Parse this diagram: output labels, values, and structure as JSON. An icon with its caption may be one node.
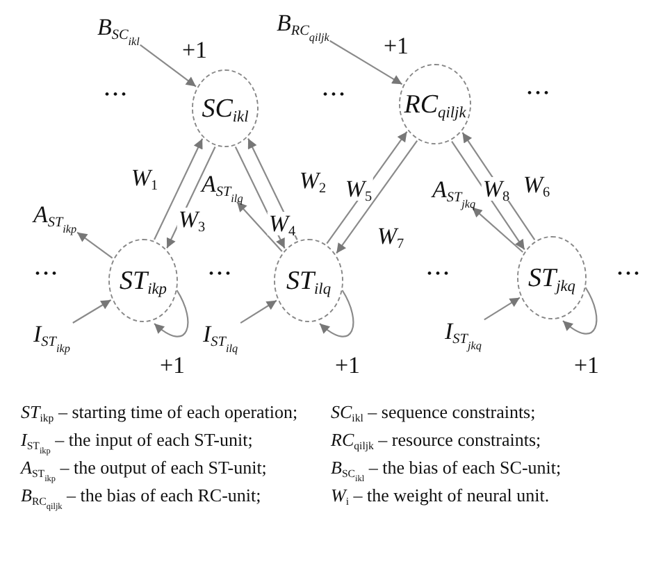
{
  "diagram": {
    "nodes": [
      {
        "text": [
          "B$_{SC}$$_{ikl}$"
        ]
      },
      {
        "text": [
          "B$_{RC}$$_{qiljk}$"
        ]
      },
      {
        "text": [
          "SC$_{ikl}$"
        ]
      },
      {
        "text": [
          "RC$_{qiljk}$"
        ]
      },
      {
        "text": [
          "A$_{ST}$$_{ikp}$"
        ]
      },
      {
        "text": [
          "A$_{ST}$$_{ilq}$"
        ]
      },
      {
        "text": [
          "A$_{ST}$$_{jkq}$"
        ]
      },
      {
        "text": [
          "ST$_{ikp}$"
        ]
      },
      {
        "text": [
          "ST$_{ilq}$"
        ]
      },
      {
        "text": [
          "ST$_{jkq}$"
        ]
      },
      {
        "text": [
          "I$_{ST}$$_{ikp}$"
        ]
      },
      {
        "text": [
          "I$_{ST}$$_{ilq}$"
        ]
      },
      {
        "text": [
          "I$_{ST}$$_{jkq}$"
        ]
      }
    ],
    "edges": [
      {
        "from": 0,
        "to": 2,
        "arrow": "to",
        "label": "+1"
      },
      {
        "from": 1,
        "to": 3,
        "arrow": "to",
        "label": "+1"
      },
      {
        "from": 7,
        "to": 2,
        "arrow": "to",
        "label": "*W*$_{1}$"
      },
      {
        "from": 2,
        "to": 7,
        "arrow": "to",
        "label": "*W*$_{3}$"
      },
      {
        "from": 8,
        "to": 2,
        "arrow": "to",
        "label": "*W*$_{2}$"
      },
      {
        "from": 2,
        "to": 8,
        "arrow": "to",
        "label": "*W*$_{4}$"
      },
      {
        "from": 8,
        "to": 3,
        "arrow": "to",
        "label": "*W*$_{5}$"
      },
      {
        "from": 3,
        "to": 8,
        "arrow": "to",
        "label": "*W*$_{7}$"
      },
      {
        "from": 9,
        "to": 3,
        "arrow": "to",
        "label": "*W*$_{6}$"
      },
      {
        "from": 3,
        "to": 9,
        "arrow": "to",
        "label": "*W*$_{8}$"
      },
      {
        "from": 7,
        "to": 4,
        "arrow": "to"
      },
      {
        "from": 8,
        "to": 5,
        "arrow": "to"
      },
      {
        "from": 9,
        "to": 6,
        "arrow": "to"
      },
      {
        "from": 10,
        "to": 7,
        "arrow": "to"
      },
      {
        "from": 11,
        "to": 8,
        "arrow": "to"
      },
      {
        "from": 12,
        "to": 9,
        "arrow": "to"
      },
      {
        "from": 7,
        "to": 7,
        "arrow": "to",
        "label": "+1"
      },
      {
        "from": 8,
        "to": 8,
        "arrow": "to",
        "label": "+1"
      },
      {
        "from": 9,
        "to": 9,
        "arrow": "to",
        "label": "+1"
      }
    ],
    "labels": [
      "• • •",
      "• • •",
      "• • •",
      "• • •",
      "• • •",
      "• • •",
      "• • •",
      "*ST*$_{ikp}$ – starting time of each operation;",
      "*SC*$_{ikl}$ – sequence constraints;",
      "*I*$_{ST}$$_{ikp}$ – the input of each ST-unit;",
      "*RC*$_{qiljk}$ – resource constraints;",
      "*A*$_{ST}$$_{ikp}$ – the output of each ST-unit;",
      "*B*$_{SC}$$_{ikl}$ – the bias of each SC-unit;",
      "*B*$_{RC}$$_{qiljk}$ – the bias of each RC-unit;",
      "*W*$_{i}$ – the weight of neural unit."
    ]
  }
}
